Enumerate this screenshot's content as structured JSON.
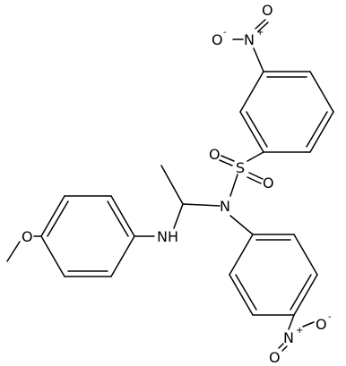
{
  "molecule": {
    "atoms": {
      "nitro_top_o_minus": "O",
      "nitro_top_n": "N",
      "nitro_top_o": "O",
      "sulfur": "S",
      "sulfonyl_o_left": "O",
      "sulfonyl_o_right": "O",
      "amide_n": "N",
      "amine_nh": "NH",
      "methoxy_o": "O",
      "nitro_bottom_n": "N",
      "nitro_bottom_o_minus": "O",
      "nitro_bottom_o": "O"
    },
    "charges": {
      "minus": "-",
      "plus": "+"
    }
  }
}
